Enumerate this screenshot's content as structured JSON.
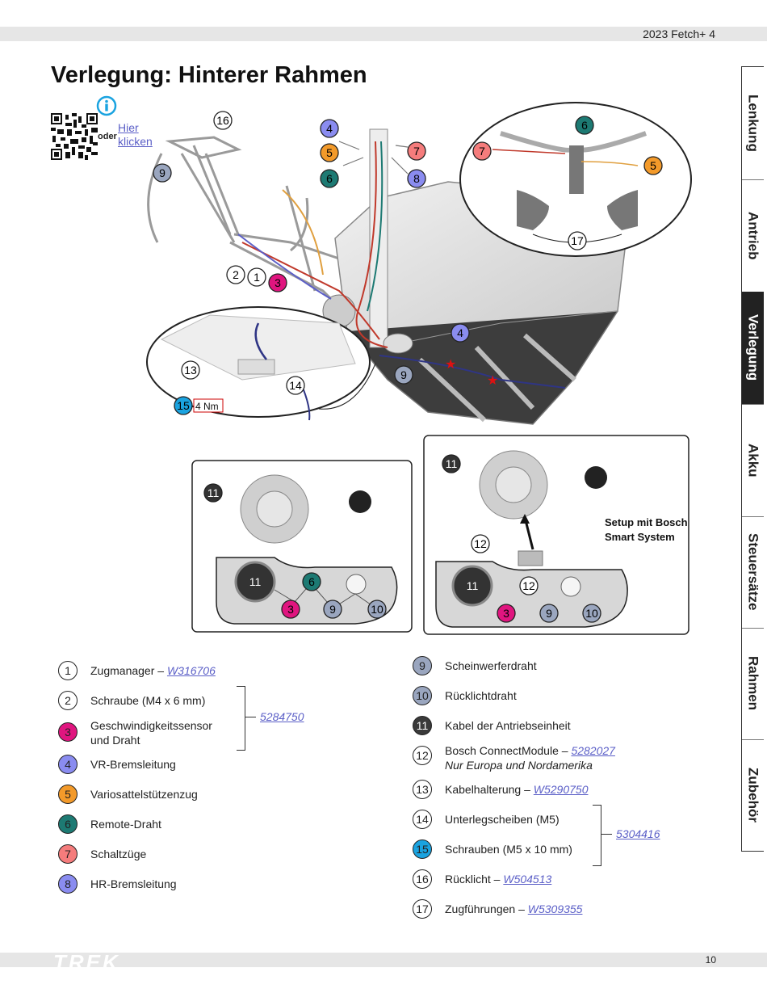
{
  "header": {
    "model": "2023 Fetch+ 4",
    "title": "Verlegung: Hinterer Rahmen"
  },
  "tabs": [
    {
      "label": "Lenkung",
      "active": false
    },
    {
      "label": "Antrieb",
      "active": false
    },
    {
      "label": "Verlegung",
      "active": true
    },
    {
      "label": "Akku",
      "active": false
    },
    {
      "label": "Steuersätze",
      "active": false
    },
    {
      "label": "Rahmen",
      "active": false
    },
    {
      "label": "Zubehör",
      "active": false
    }
  ],
  "qr": {
    "oder": "oder",
    "link": "Hier klicken",
    "icon": "info-icon"
  },
  "diagram": {
    "torque": "4 Nm",
    "setup_note_1": "Setup mit Bosch",
    "setup_note_2": "Smart System",
    "n1": "1",
    "n2": "2",
    "n3": "3",
    "n4": "4",
    "n5": "5",
    "n6": "6",
    "n7": "7",
    "n8": "8",
    "n9": "9",
    "n10": "10",
    "n11": "11",
    "n12": "12",
    "n13": "13",
    "n14": "14",
    "n15": "15",
    "n16": "16",
    "n17": "17"
  },
  "legend_left": [
    {
      "n": "1",
      "text": "Zugmanager – ",
      "link": "W316706",
      "color": "#ffffff"
    },
    {
      "n": "2",
      "text": "Schraube (M4 x 6 mm)",
      "link": "",
      "color": "#ffffff"
    },
    {
      "n": "3",
      "text": "Geschwindigkeitssensor",
      "text2": "und Draht",
      "link": "",
      "color": "#e0157f"
    },
    {
      "n": "4",
      "text": "VR-Bremsleitung",
      "link": "",
      "color": "#8a8cf0"
    },
    {
      "n": "5",
      "text": "Variosattelstützenzug",
      "link": "",
      "color": "#f39a2a"
    },
    {
      "n": "6",
      "text": "Remote-Draht",
      "link": "",
      "color": "#1d7a73"
    },
    {
      "n": "7",
      "text": "Schaltzüge",
      "link": "",
      "color": "#f57c7c"
    },
    {
      "n": "8",
      "text": "HR-Bremsleitung",
      "link": "",
      "color": "#8a8cf0"
    }
  ],
  "legend_right": [
    {
      "n": "9",
      "text": "Scheinwerferdraht",
      "link": "",
      "color": "#9aa6bf"
    },
    {
      "n": "10",
      "text": "Rücklichtdraht",
      "link": "",
      "color": "#9aa6bf"
    },
    {
      "n": "11",
      "text": "Kabel der Antriebseinheit",
      "link": "",
      "color": "#3a3a3a"
    },
    {
      "n": "12",
      "text": "Bosch ConnectModule – ",
      "link": "5282027",
      "text2": "Nur Europa und Nordamerika",
      "color": "#ffffff"
    },
    {
      "n": "13",
      "text": "Kabelhalterung – ",
      "link": "W5290750",
      "color": "#ffffff"
    },
    {
      "n": "14",
      "text": "Unterlegscheiben (M5)",
      "link": "",
      "color": "#ffffff"
    },
    {
      "n": "15",
      "text": "Schrauben (M5 x 10 mm)",
      "link": "",
      "color": "#1aa3e0"
    },
    {
      "n": "16",
      "text": "Rücklicht – ",
      "link": "W504513",
      "color": "#ffffff"
    },
    {
      "n": "17",
      "text": "Zugführungen – ",
      "link": "W5309355",
      "color": "#ffffff"
    }
  ],
  "brackets": {
    "left_part": "5284750",
    "right_part": "5304416"
  },
  "footer": {
    "brand": "TREK",
    "page": "10"
  }
}
